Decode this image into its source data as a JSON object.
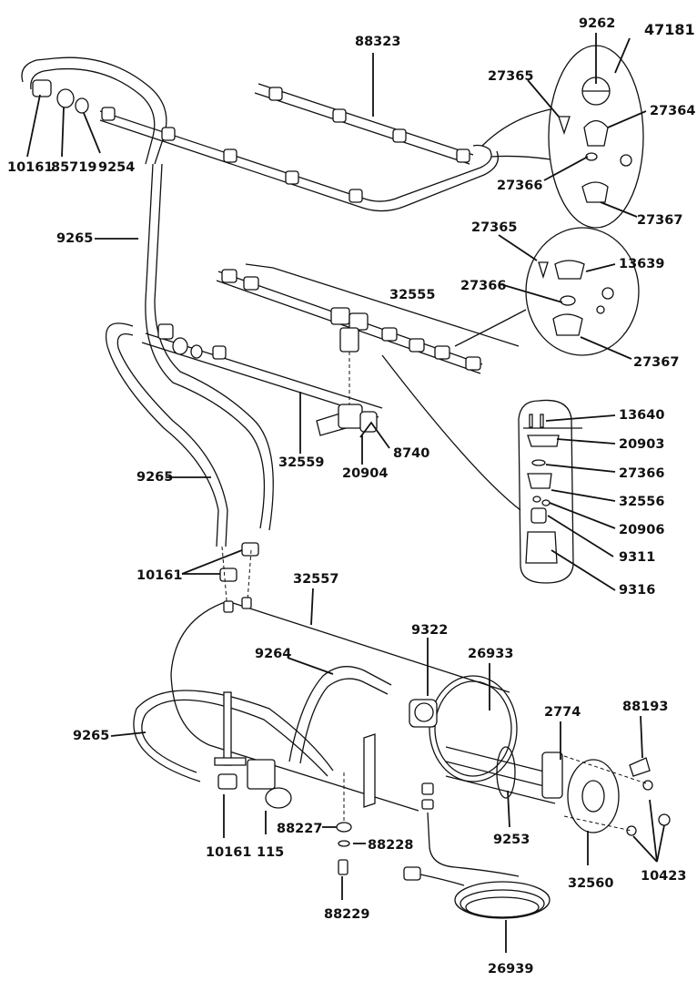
{
  "callouts": {
    "c88323": "88323",
    "c9262": "9262",
    "c47181": "47181",
    "c27365a": "27365",
    "c27364": "27364",
    "c10161a": "10161",
    "c85719": "85719",
    "c9254": "9254",
    "c27366a": "27366",
    "c27367a": "27367",
    "c9265a": "9265",
    "c27365b": "27365",
    "c13639": "13639",
    "c32555": "32555",
    "c27366b": "27366",
    "c27367b": "27367",
    "c13640": "13640",
    "c20903": "20903",
    "c8740": "8740",
    "c32559": "32559",
    "c20904": "20904",
    "c9265b": "9265",
    "c27366c": "27366",
    "c32556": "32556",
    "c20906": "20906",
    "c9311": "9311",
    "c10161b": "10161",
    "c32557": "32557",
    "c9316": "9316",
    "c9322": "9322",
    "c26933": "26933",
    "c9264": "9264",
    "c2774": "2774",
    "c88193": "88193",
    "c9265c": "9265",
    "c88227": "88227",
    "c88228": "88228",
    "c9253": "9253",
    "c10161c": "10161",
    "c115": "115",
    "c32560": "32560",
    "c10423": "10423",
    "c88229": "88229",
    "c26939": "26939"
  }
}
